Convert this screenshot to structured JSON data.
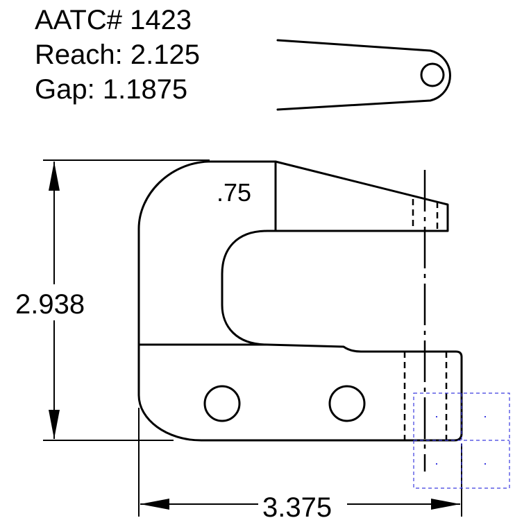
{
  "info": {
    "part_number": "AATC# 1423",
    "reach": "Reach: 2.125",
    "gap": "Gap: 1.1875"
  },
  "dimensions": {
    "height": "2.938",
    "width": "3.375",
    "thickness": ".75"
  }
}
